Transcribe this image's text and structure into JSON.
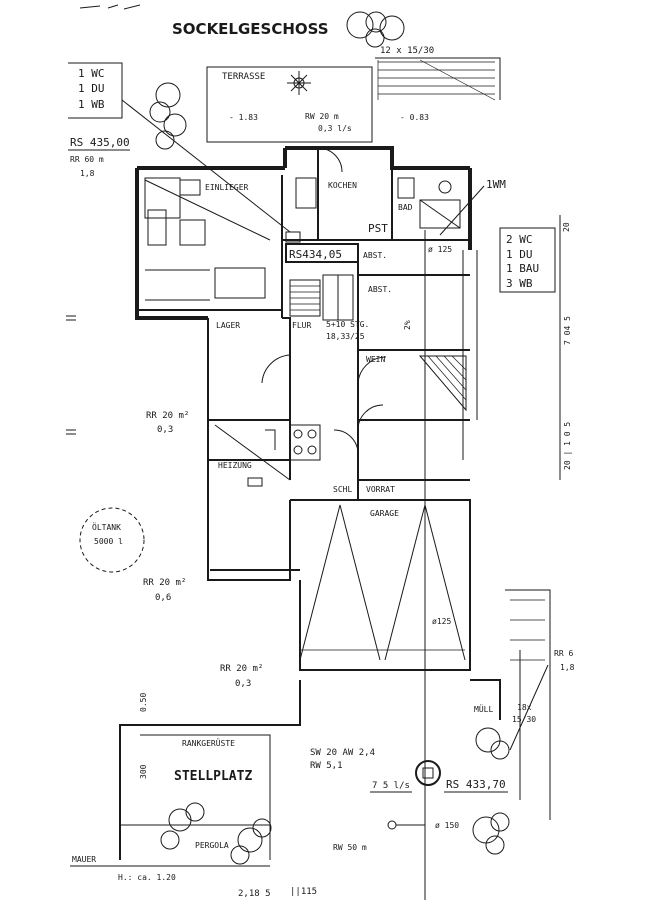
{
  "title": "SOCKELGESCHOSS",
  "stair_top": "12 x 15/30",
  "rooms": {
    "terrasse": "TERRASSE",
    "einlieger": "EINLIEGER",
    "kochen": "KOCHEN",
    "bad": "BAD",
    "abst1": "ABST.",
    "abst2": "ABST.",
    "flur": "FLUR",
    "lager": "LAGER",
    "wein": "WEIN",
    "heizung": "HEIZUNG",
    "schl": "SCHL",
    "vorrat": "VORRAT",
    "garage": "GARAGE",
    "muell": "MÜLL",
    "stellplatz": "STELLPLATZ",
    "rankgerueste": "RANKGERÜSTE",
    "pergola": "PERGOLA",
    "mauer": "MAUER",
    "oeltank": "ÖLTANK",
    "oeltank_vol": "5000 l"
  },
  "legend_left": [
    "1 WC",
    "1 DU",
    "1 WB"
  ],
  "legend_right": [
    "2 WC",
    "1 DU",
    "1 BAU",
    "3 WB"
  ],
  "annotations": {
    "terrasse_lvl_left": "- 1.83",
    "terrasse_lvl_right": "- 0.83",
    "rw_terr_a": "RW  20 m",
    "rw_terr_b": "0,3 l/s",
    "rs_left": "RS  435,00",
    "rr_left_a": "RR   60 m",
    "rr_left_b": "1,8",
    "one_wm": "1WM",
    "pst": "PST",
    "d125_top": "ø 125",
    "rs_mid": "RS434,05",
    "stair": "5+10 STG.",
    "stair_b": "18,33/25",
    "slope": "2%",
    "rr1_a": "RR 20 m²",
    "rr1_b": "0,3",
    "rr2_a": "RR 20 m²",
    "rr2_b": "0,6",
    "rr3_a": "RR 20 m²",
    "rr3_b": "0,3",
    "d125_mid": "ø125",
    "rr_right_a": "RR 6",
    "rr_right_b": "1,8",
    "stair_right_a": "18x",
    "stair_right_b": "15/30",
    "sw": "SW    20 AW   2,4",
    "rw": "RW             5,1",
    "flow": "7 5 l/s",
    "rs_bottom": "RS  433,70",
    "d150": "ø 150",
    "rw_bottom": "RW 50 m",
    "h_note": "H.: ca. 1.20",
    "dim_300": "300",
    "dim_050": "0.50",
    "dim_2185": "2,18 5",
    "dim_115": "||115",
    "dim_20": "20",
    "dim_704": "7 04 5",
    "dim_right_mid": "20 | 1 0 5"
  }
}
